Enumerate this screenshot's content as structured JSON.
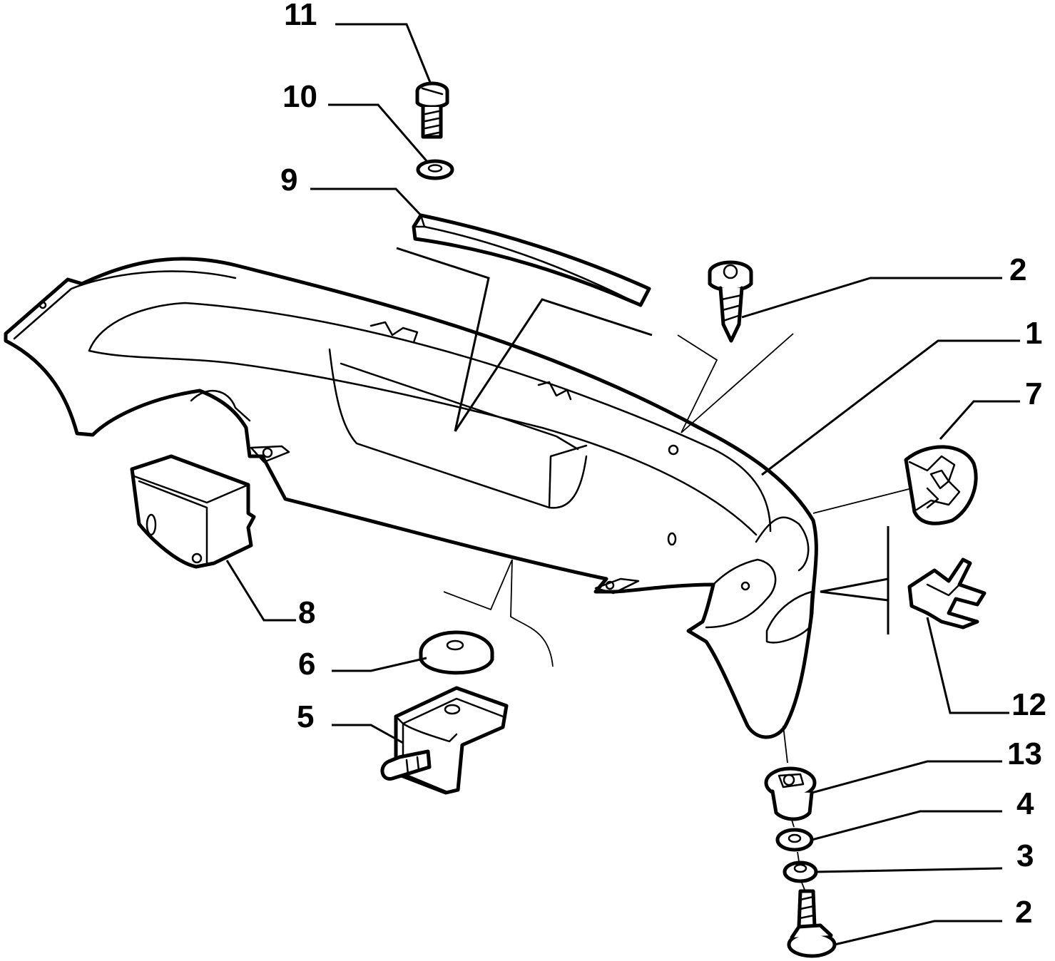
{
  "diagram": {
    "callouts": [
      {
        "id": "c11",
        "label": "11"
      },
      {
        "id": "c10",
        "label": "10"
      },
      {
        "id": "c9",
        "label": "9"
      },
      {
        "id": "c2a",
        "label": "2"
      },
      {
        "id": "c1",
        "label": "1"
      },
      {
        "id": "c7",
        "label": "7"
      },
      {
        "id": "c8",
        "label": "8"
      },
      {
        "id": "c6",
        "label": "6"
      },
      {
        "id": "c5",
        "label": "5"
      },
      {
        "id": "c12",
        "label": "12"
      },
      {
        "id": "c13",
        "label": "13"
      },
      {
        "id": "c4",
        "label": "4"
      },
      {
        "id": "c3",
        "label": "3"
      },
      {
        "id": "c2b",
        "label": "2"
      }
    ]
  }
}
